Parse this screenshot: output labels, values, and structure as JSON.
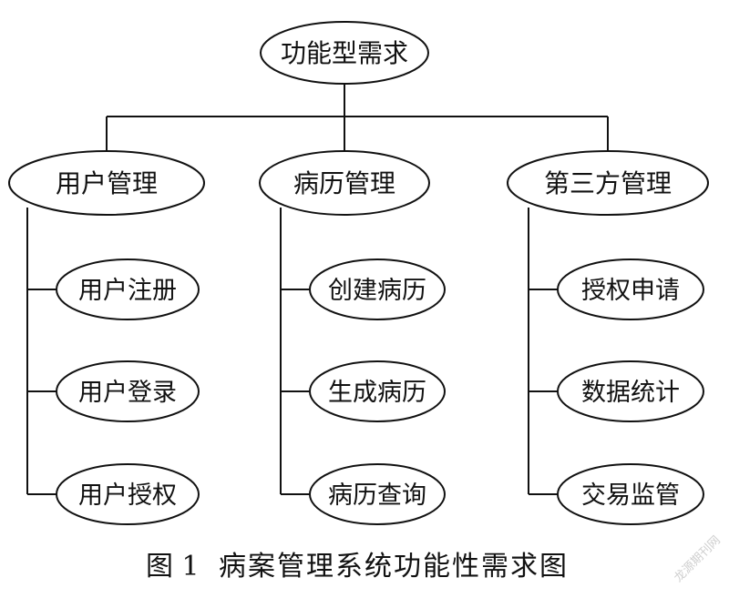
{
  "diagram": {
    "root": {
      "label": "功能型需求"
    },
    "branches": [
      {
        "label": "用户管理",
        "children": [
          "用户注册",
          "用户登录",
          "用户授权"
        ]
      },
      {
        "label": "病历管理",
        "children": [
          "创建病历",
          "生成病历",
          "病历查询"
        ]
      },
      {
        "label": "第三方管理",
        "children": [
          "授权申请",
          "数据统计",
          "交易监管"
        ]
      }
    ]
  },
  "caption": {
    "number": "图 1",
    "text": "病案管理系统功能性需求图"
  },
  "watermark": "龙源期刊网",
  "colors": {
    "stroke": "#111111",
    "fill": "#ffffff"
  }
}
